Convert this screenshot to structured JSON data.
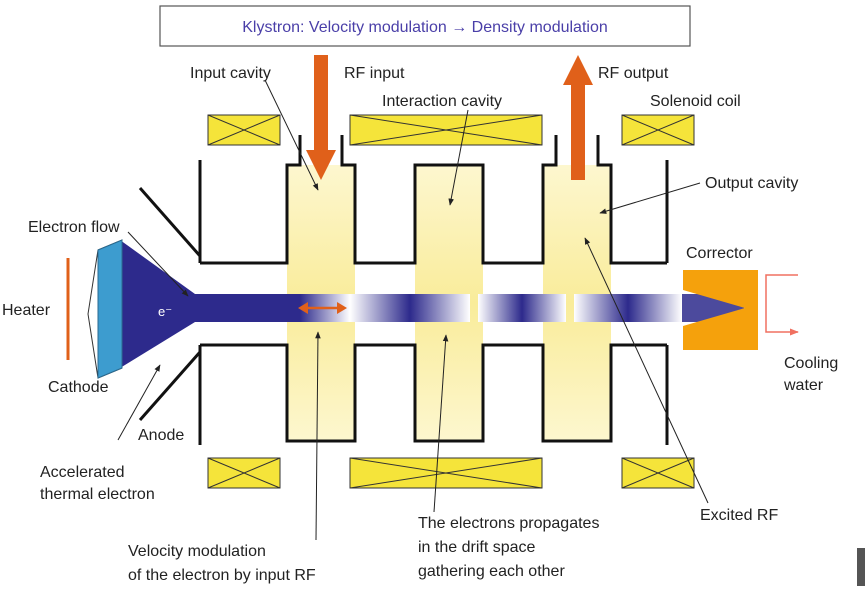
{
  "title": "Klystron: Velocity modulation → Density modulation",
  "colors": {
    "title_text": "#4a3fa8",
    "beam": "#2d2a8c",
    "coil_fill": "#f5e43a",
    "cavity_glow": "#fbf1a8",
    "rf_arrow": "#e0601a",
    "cathode": "#3d9ccf",
    "heater": "#e0601a",
    "corrector": "#f5a10c",
    "cooling_arrow": "#f07060"
  },
  "labels": {
    "input_cavity": "Input cavity",
    "rf_input": "RF input",
    "interaction_cavity": "Interaction cavity",
    "rf_output": "RF output",
    "solenoid_coil": "Solenoid coil",
    "output_cavity": "Output cavity",
    "electron_flow": "Electron flow",
    "corrector": "Corrector",
    "heater": "Heater",
    "electron_symbol": "e⁻",
    "cathode": "Cathode",
    "cooling_line1": "Cooling",
    "cooling_line2": "water",
    "anode": "Anode",
    "accel_line1": "Accelerated",
    "accel_line2": "thermal electron",
    "excited_rf": "Excited RF",
    "propagate_line1": "The electrons propagates",
    "propagate_line2": "in the drift space",
    "propagate_line3": "gathering each other",
    "velmod_line1": "Velocity modulation",
    "velmod_line2": "of the electron by input RF"
  }
}
